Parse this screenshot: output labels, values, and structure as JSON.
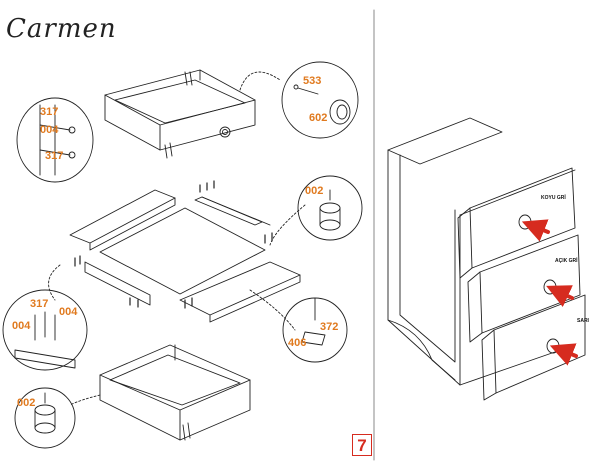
{
  "brand": "Carmen",
  "page_number": "7",
  "part_labels": {
    "p533": "533",
    "p602": "602",
    "p317a": "317",
    "p004a": "004",
    "p317b": "317",
    "p002a": "002",
    "p317c": "317",
    "p004b": "004",
    "p004c": "004",
    "p372": "372",
    "p406": "406",
    "p002b": "002"
  },
  "drawer_labels": {
    "top": "KOYU GRİ",
    "middle": "AÇIK GRİ",
    "bottom": "SARI"
  },
  "colors": {
    "label": "#e07a1f",
    "arrow": "#d62b1f",
    "line": "#222222"
  }
}
